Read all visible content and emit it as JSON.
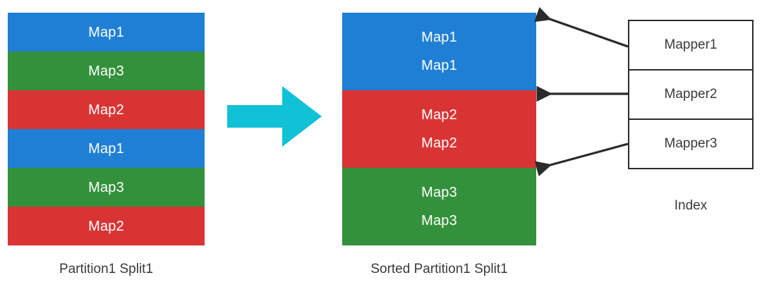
{
  "diagram": {
    "title": "MapReduce partition sort and index",
    "colors": {
      "map1": "#1f7fd4",
      "map2": "#d93434",
      "map3": "#33913b",
      "transform_arrow": "#11c2d6",
      "outline": "#2b2b2b",
      "caption_text": "#3a3a3a",
      "stripe_text": "#ffffff",
      "background": "#ffffff"
    }
  },
  "source_block": {
    "caption": "Partition1 Split1",
    "stripes": [
      {
        "label": "Map1",
        "color": "#1f7fd4"
      },
      {
        "label": "Map3",
        "color": "#33913b"
      },
      {
        "label": "Map2",
        "color": "#d93434"
      },
      {
        "label": "Map1",
        "color": "#1f7fd4"
      },
      {
        "label": "Map3",
        "color": "#33913b"
      },
      {
        "label": "Map2",
        "color": "#d93434"
      }
    ]
  },
  "transform": {
    "icon": "right-arrow-icon",
    "color": "#11c2d6"
  },
  "sorted_block": {
    "caption": "Sorted Partition1 Split1",
    "groups": [
      {
        "color": "#1f7fd4",
        "labels": [
          "Map1",
          "Map1"
        ]
      },
      {
        "color": "#d93434",
        "labels": [
          "Map2",
          "Map2"
        ]
      },
      {
        "color": "#33913b",
        "labels": [
          "Map3",
          "Map3"
        ]
      }
    ]
  },
  "index_table": {
    "caption": "Index",
    "rows": [
      {
        "label": "Mapper1"
      },
      {
        "label": "Mapper2"
      },
      {
        "label": "Mapper3"
      }
    ]
  },
  "connectors": [
    {
      "from": "Mapper1",
      "to": "blue-block-top"
    },
    {
      "from": "Mapper2",
      "to": "blue-red-boundary"
    },
    {
      "from": "Mapper3",
      "to": "red-green-boundary"
    }
  ]
}
